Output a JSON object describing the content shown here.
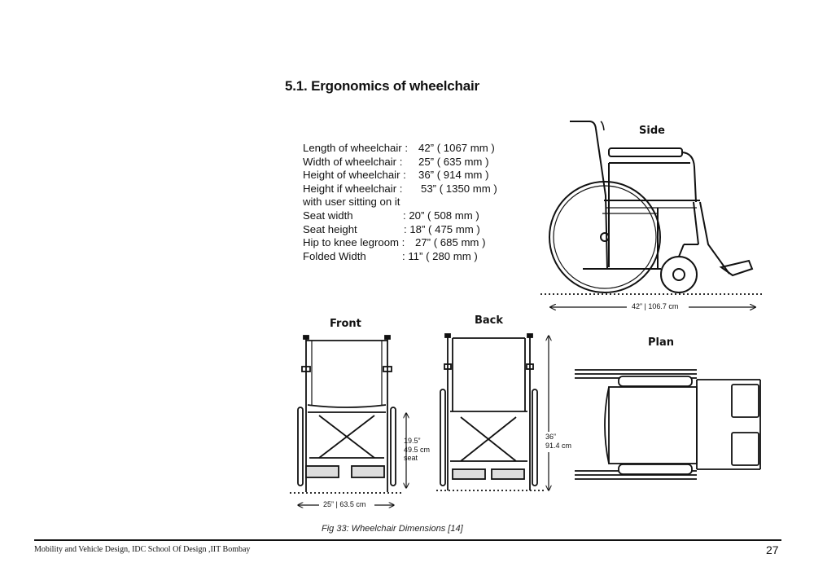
{
  "section_title": "5.1. Ergonomics of wheelchair",
  "specs": [
    {
      "label": "Length of wheelchair  :",
      "value": "42” ( 1067 mm )"
    },
    {
      "label": "Width of wheelchair   :",
      "value": "25” ( 635 mm )"
    },
    {
      "label": "Height of wheelchair  :",
      "value": "36” ( 914 mm )"
    },
    {
      "label": "Height if wheelchair   :",
      "value": "53” ( 1350 mm )"
    },
    {
      "label": "with user sitting on it",
      "value": ""
    },
    {
      "label": "Seat width",
      "value": ":    20” ( 508 mm )"
    },
    {
      "label": "Seat height",
      "value": ":   18”  ( 475 mm )"
    },
    {
      "label": "Hip to knee legroom :",
      "value": "27” ( 685 mm )"
    },
    {
      "label": "Folded Width",
      "value": ":    11” ( 280 mm )"
    }
  ],
  "views": {
    "side": {
      "label": "Side",
      "dimension": "42” | 106.7 cm"
    },
    "front": {
      "label": "Front",
      "dimension_width": "25” | 63.5 cm",
      "seat_line1": "19.5”",
      "seat_line2": "49.5 cm",
      "seat_line3": "seat"
    },
    "back": {
      "label": "Back",
      "height_line1": "36”",
      "height_line2": "91.4 cm"
    },
    "plan": {
      "label": "Plan"
    }
  },
  "caption": "Fig 33: Wheelchair Dimensions [14]",
  "footer": {
    "text": "Mobility and Vehicle Design, IDC School Of Design ,IIT Bombay",
    "page_number": "27"
  }
}
